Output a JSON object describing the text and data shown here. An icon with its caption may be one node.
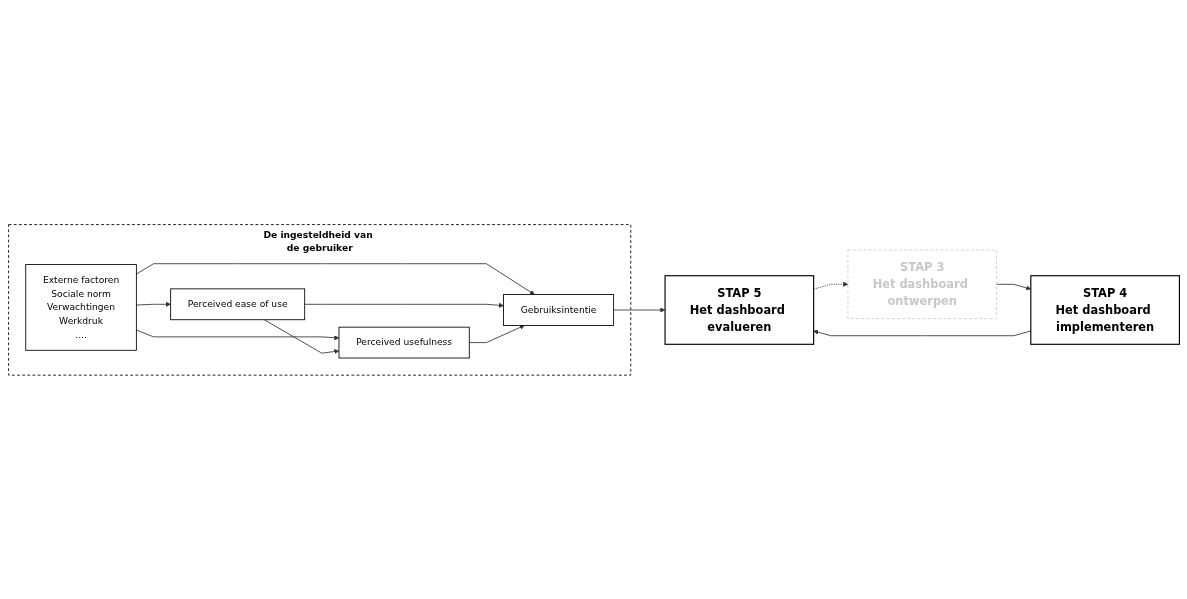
{
  "diagram": {
    "nodes": [
      {
        "text": [
          "De ingesteldheid van de gebruiker"
        ]
      },
      {
        "text": [
          "Externe factoren",
          "Sociale norm",
          "Verwachtingen",
          "Werkdruk",
          "...."
        ],
        "in": 0
      },
      {
        "text": [
          "Perceived ease of use"
        ],
        "in": 0
      },
      {
        "text": [
          "Perceived usefulness"
        ],
        "in": 0
      },
      {
        "text": [
          "Gebruiksintentie"
        ],
        "in": 0
      },
      {
        "text": [
          "STAP 3",
          "Het dashboard ontwerpen"
        ]
      },
      {
        "text": [
          "STAP 4",
          "Het dashboard implementeren"
        ]
      },
      {
        "text": [
          "STAP 5",
          "Het dashboard evalueren"
        ]
      }
    ],
    "edges": [
      {
        "from": 1,
        "to": 2,
        "arrow": "to"
      },
      {
        "from": 1,
        "to": 4,
        "arrow": "to"
      },
      {
        "from": 1,
        "to": 3,
        "arrow": "to"
      },
      {
        "from": 2,
        "to": 3,
        "arrow": "to"
      },
      {
        "from": 2,
        "to": 4,
        "arrow": "to"
      },
      {
        "from": 3,
        "to": 4,
        "arrow": "to"
      },
      {
        "from": 4,
        "to": 7,
        "arrow": "to"
      },
      {
        "from": 5,
        "to": 6,
        "arrow": "to"
      },
      {
        "from": 6,
        "to": 7,
        "arrow": "to"
      },
      {
        "from": 7,
        "to": 5,
        "arrow": "to",
        "style": "dashed"
      }
    ]
  }
}
